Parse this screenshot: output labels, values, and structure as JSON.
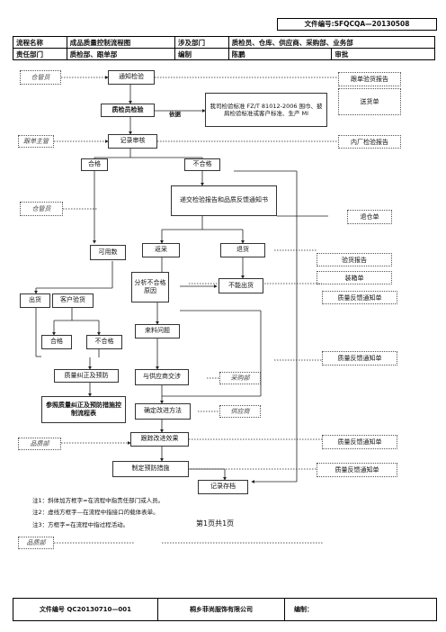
{
  "doc_number": "文件编号:SFQCQA—20130508",
  "header": {
    "row1": [
      "流程名称",
      "成品质量控制流程图",
      "涉及部门",
      "质检员、仓库、供应商、采购部、业务部"
    ],
    "row2": [
      "责任部门",
      "质检部、跟单部",
      "编制",
      "陈鹏",
      "审批"
    ]
  },
  "roles": {
    "warehouse1": "仓管员",
    "merch": "跟单主管",
    "warehouse2": "仓管员",
    "quality": "品质部",
    "purchase": "采购部",
    "supplier": "供应商",
    "quality2": "品质部"
  },
  "boxes": {
    "notify": "通知检验",
    "inspector": "质检员检验",
    "standard": "我司检验标准 FZ/T 81012-2006 围巾、披肩检验标准或客户标准、生产 MI",
    "record_review": "记录审核",
    "pass": "合格",
    "fail": "不合格",
    "submit_report": "递交检验报告和品质反馈通知书",
    "usable": "可用数",
    "rework": "返采",
    "return_goods": "退货",
    "analyze": "分析不合格原因",
    "not_ship": "不能出货",
    "ship": "出货",
    "customer_check": "客户验货",
    "pass2": "合格",
    "fail2": "不合格",
    "material_issue": "来料问题",
    "corrective": "质量纠正及预防",
    "negotiate": "与供应商交涉",
    "ref_flow": "参照质量纠正及预防措施控制流程表",
    "confirm_method": "确定改进方法",
    "follow_effect": "跟踪改进效果",
    "prevent": "制定预防措施",
    "archive": "记录存档",
    "bracket_label": "依据"
  },
  "docs": {
    "d1": "跟单验货报告",
    "d2": "送货单",
    "d3": "内厂检验报告",
    "d4": "退仓单",
    "d5": "验货报告",
    "d6": "装箱单",
    "d7": "质量反馈通知单",
    "d8": "质量反馈通知单",
    "d9": "质量反馈通知单",
    "d10": "质量反馈通知单"
  },
  "notes": [
    "注1：斜体加方框字=在流程中指责任部门或人员。",
    "注2：虚线方框字—在流程中指接口的载体表单。",
    "注3：方框字=在流程中指过程活动。"
  ],
  "page_label": "第1页共1页",
  "footer": {
    "file_no": "文件编号 QC20130710—001",
    "company": "桐乡菲尚服饰有限公司",
    "edit": "编制："
  }
}
